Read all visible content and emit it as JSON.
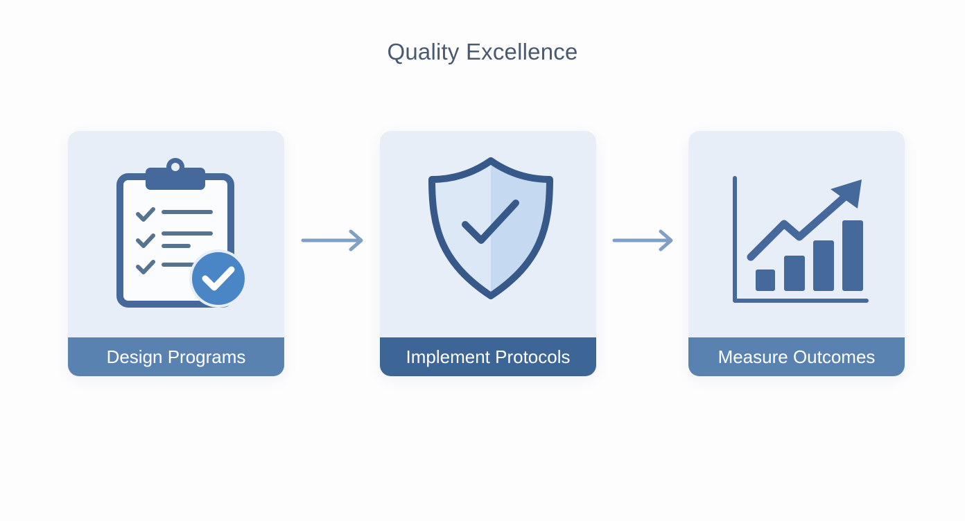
{
  "title": "Quality Excellence",
  "steps": [
    {
      "label": "Design Programs",
      "icon": "clipboard-checklist-icon"
    },
    {
      "label": "Implement Protocols",
      "icon": "shield-check-icon"
    },
    {
      "label": "Measure Outcomes",
      "icon": "growth-chart-icon"
    }
  ],
  "colors": {
    "card_background": "#e7eef8",
    "label_bar": "#5a82b0",
    "label_bar_active": "#3d6595",
    "icon_primary": "#44699a",
    "accent_badge": "#4a86c5",
    "arrow": "#7f9fc4",
    "title_text": "#4a5a6e"
  }
}
